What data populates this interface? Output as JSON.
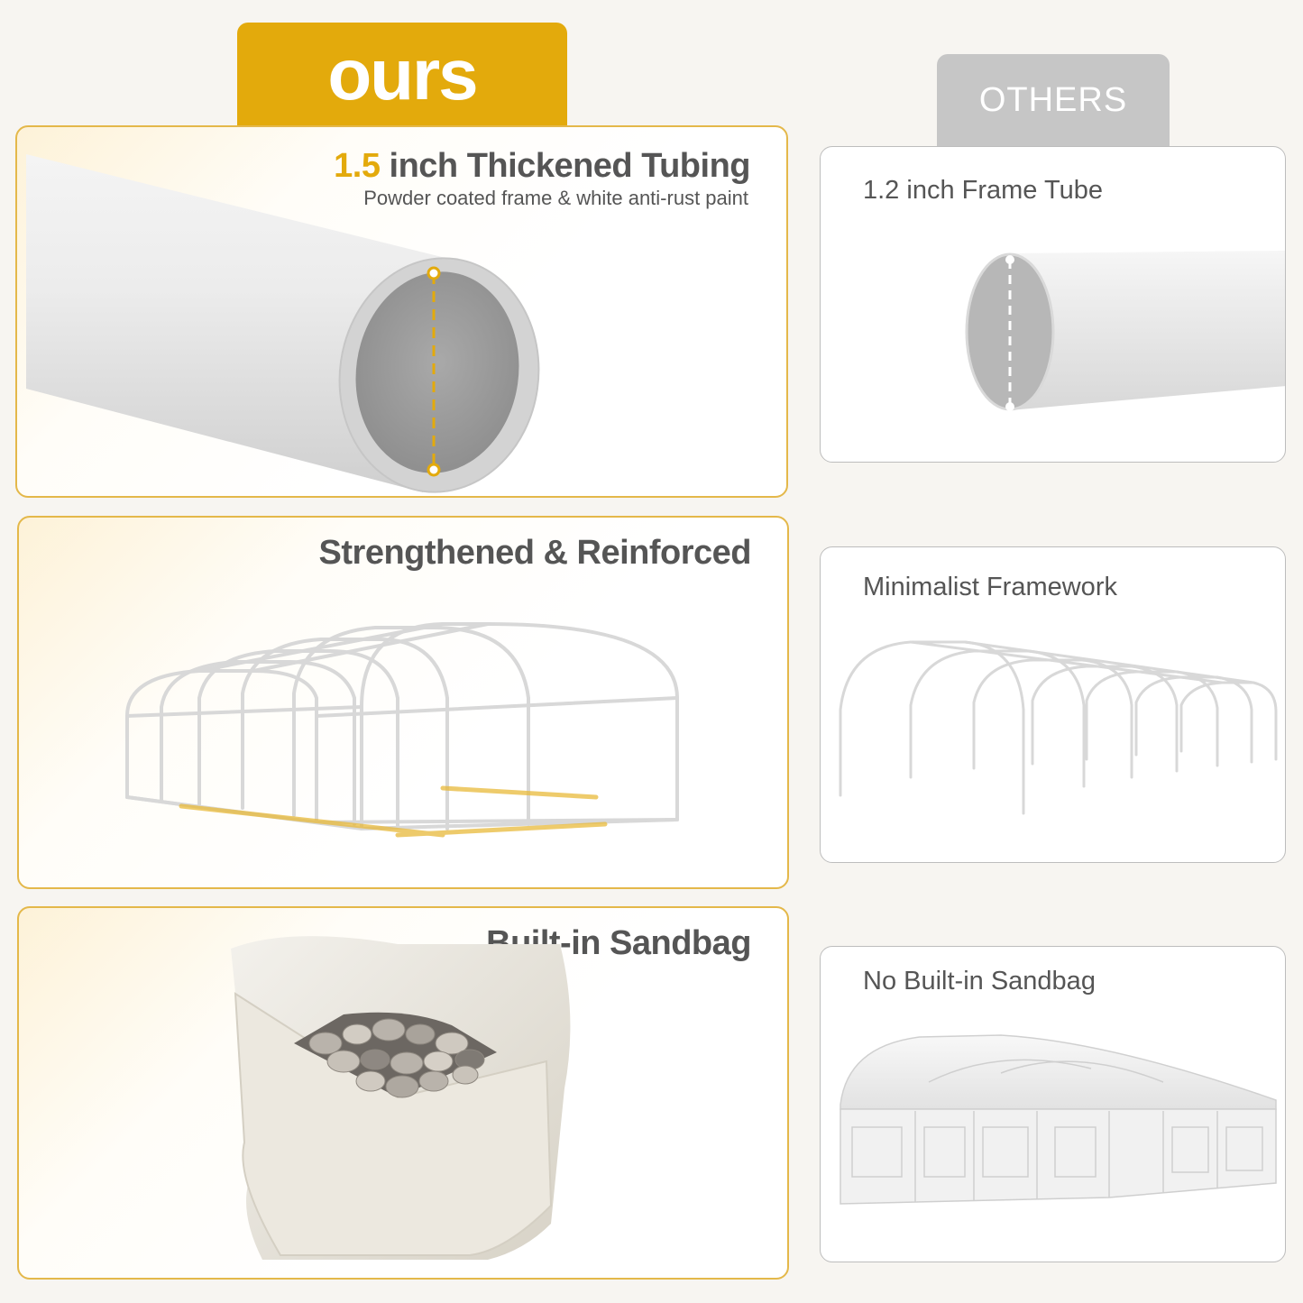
{
  "ours": {
    "tab_label": "ours",
    "panels": [
      {
        "title_accent": "1.5",
        "title_rest": " inch Thickened Tubing",
        "subtitle": "Powder coated frame & white anti-rust paint"
      },
      {
        "title": "Strengthened & Reinforced"
      },
      {
        "title": "Built-in Sandbag"
      }
    ]
  },
  "others": {
    "tab_label": "OTHERS",
    "panels": [
      {
        "title": "1.2 inch Frame Tube"
      },
      {
        "title": "Minimalist Framework"
      },
      {
        "title": "No Built-in Sandbag"
      }
    ]
  },
  "colors": {
    "accent": "#e3aa0c",
    "others_tab": "#c6c6c6",
    "text": "#555555",
    "background": "#f7f5f1"
  },
  "icons": [
    "thick-tube-image",
    "thin-tube-image",
    "greenhouse-frame-image",
    "minimal-frame-image",
    "sandbag-image",
    "tent-image"
  ]
}
